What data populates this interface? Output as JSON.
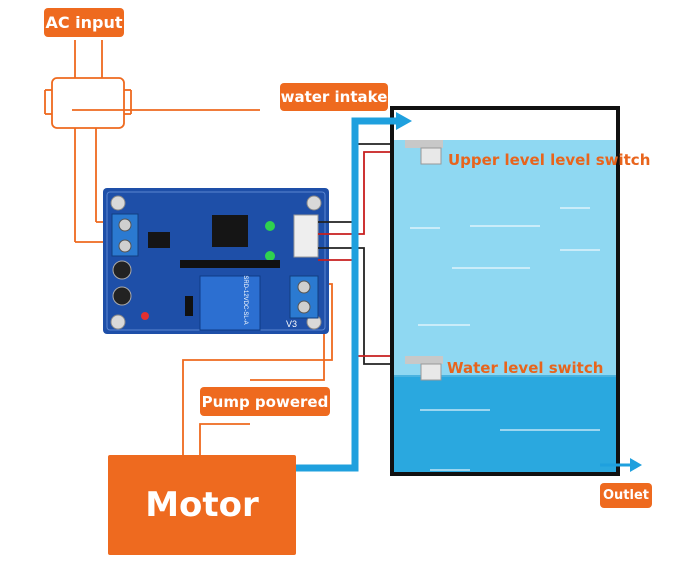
{
  "labels": {
    "ac_input": "AC input",
    "water_intake": "water intake",
    "pump_powered": "Pump powered",
    "motor": "Motor",
    "upper_switch": "Upper level level switch",
    "water_switch": "Water level switch",
    "outlet": "Outlet"
  },
  "board": {
    "relay_text": "SRD-12VDC-SL-A",
    "version": "V3"
  },
  "colors": {
    "accent": "#ee6a1f",
    "pcb": "#1e4fa8",
    "pipe": "#1fa0de",
    "water": "#2aa8df",
    "water_light": "#8fd8f2"
  }
}
